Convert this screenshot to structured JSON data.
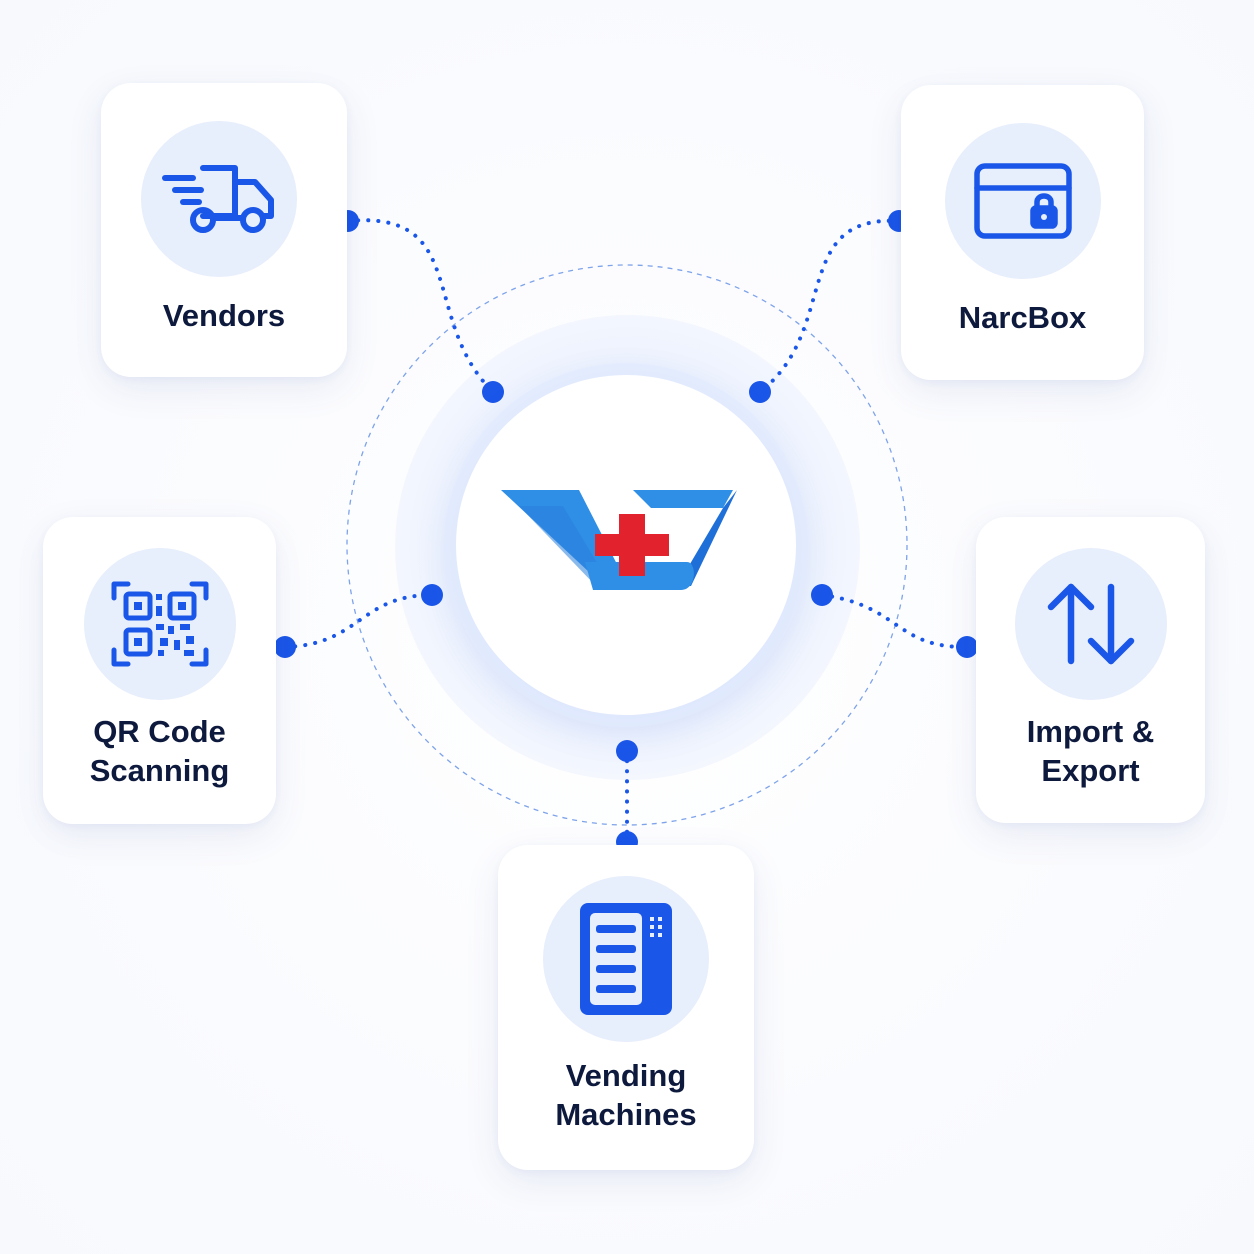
{
  "center": {
    "logo": "vs-pharmacy-cross-logo",
    "colors": {
      "blue": "#2f8fe6",
      "deep_blue": "#1c5fd1",
      "red": "#e2222c"
    }
  },
  "nodes": [
    {
      "id": "vendors",
      "lines": [
        "Vendors"
      ],
      "icon": "delivery-truck-icon"
    },
    {
      "id": "narcbox",
      "lines": [
        "NarcBox"
      ],
      "icon": "lockbox-icon"
    },
    {
      "id": "qr",
      "lines": [
        "QR Code",
        "Scanning"
      ],
      "icon": "qr-code-scan-icon"
    },
    {
      "id": "import-export",
      "lines": [
        "Import &",
        "Export"
      ],
      "icon": "up-down-arrows-icon"
    },
    {
      "id": "vending",
      "lines": [
        "Vending",
        "Machines"
      ],
      "icon": "vending-machine-icon"
    }
  ],
  "colors": {
    "accent": "#1a56e8",
    "icon_bg": "#e7eefc",
    "text": "#0e1a3d",
    "card_bg": "#ffffff"
  }
}
